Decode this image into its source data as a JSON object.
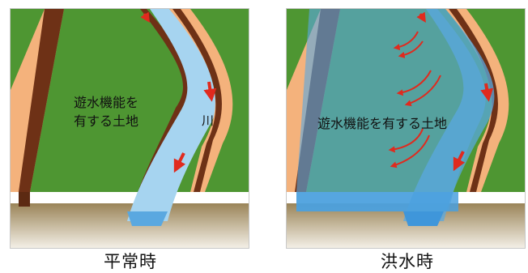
{
  "normal": {
    "land_label": [
      "遊水機能を",
      "有する土地"
    ],
    "river_label": "川",
    "caption": "平常時"
  },
  "flood": {
    "land_label": "遊水機能を有する土地",
    "caption": "洪水時"
  },
  "colors": {
    "grass": "#4e9632",
    "levee_outer": "#f4b27c",
    "levee_inner": "#6e3116",
    "river": "#a6d4f0",
    "flood_water": "#5aa8e0",
    "soil_top": "#9a8458",
    "soil_bottom": "#f3efe6",
    "arrow": "#e02a1e"
  }
}
